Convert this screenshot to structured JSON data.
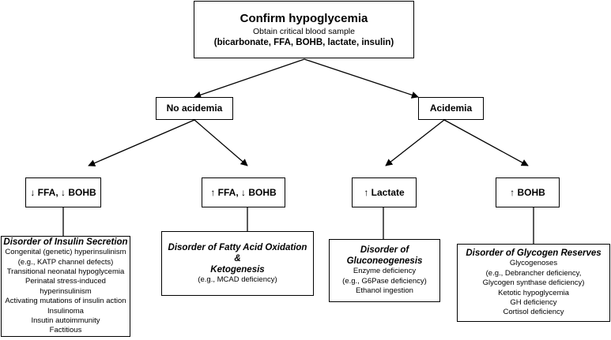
{
  "root": {
    "title": "Confirm hypoglycemia",
    "subtitle": "Obtain critical blood sample",
    "labs": "(bicarbonate, FFA, BOHB, lactate, insulin)"
  },
  "branches": {
    "no_acidemia": "No acidemia",
    "acidemia": "Acidemia"
  },
  "labs": {
    "low_ffa_low_bohb": "↓ FFA, ↓ BOHB",
    "high_ffa_low_bohb": "↑ FFA, ↓ BOHB",
    "high_lactate": "↑ Lactate",
    "high_bohb": "↑ BOHB"
  },
  "disorders": {
    "insulin": {
      "title": "Disorder of Insulin Secretion",
      "items": [
        "Congenital (genetic) hyperinsulinism",
        "(e.g., KATP channel defects)",
        "Transitional neonatal hypoglycemia",
        "Perinatal stress-induced hyperinsulinism",
        "Activating mutations of insulin action",
        "Insulinoma",
        "Insutin autoimmunity",
        "Factitious"
      ]
    },
    "fatty_acid": {
      "title_line1": "Disorder of Fatty Acid Oxidation",
      "title_line2": "&",
      "title_line3": "Ketogenesis",
      "items": [
        "(e.g., MCAD deficiency)"
      ]
    },
    "gluconeogenesis": {
      "title_line1": "Disorder of",
      "title_line2": "Gluconeogenesis",
      "items": [
        "Enzyme deficiency",
        "(e.g., G6Pase deficiency)",
        "Ethanol ingestion"
      ]
    },
    "glycogen": {
      "title": "Disorder of Glycogen Reserves",
      "items": [
        "Glycogenoses",
        "(e.g., Debrancher deficiency,",
        "Glycogen synthase deficiency)",
        "Ketotic hypoglycemia",
        "GH deficiency",
        "Cortisol deficiency"
      ]
    }
  }
}
